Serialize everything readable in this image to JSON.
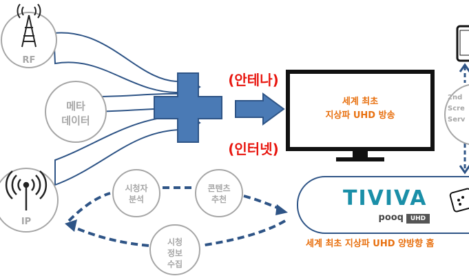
{
  "sources": {
    "rf_label": "RF",
    "ip_label": "IP",
    "meta_label_1": "메타",
    "meta_label_2": "데이터"
  },
  "channels": {
    "antenna": "(안테나)",
    "internet": "(인터넷)"
  },
  "tv": {
    "line1": "세계 최초",
    "line2": "지상파 UHD 방송"
  },
  "second_screen": {
    "line1": "2nd",
    "line2": "Scre",
    "line3": "Serv"
  },
  "loop": {
    "viewer_analysis_1": "시청자",
    "viewer_analysis_2": "분석",
    "content_rec_1": "콘텐츠",
    "content_rec_2": "추천",
    "viewing_info_1": "시청",
    "viewing_info_2": "정보",
    "viewing_info_3": "수집"
  },
  "brand": {
    "name": "TIVIVA",
    "sub": "pooq",
    "badge": "UHD",
    "caption": "세계 최초 지상파 UHD 양방향 홈"
  },
  "colors": {
    "blue": "#4a7ab5",
    "dark_blue": "#2e5486",
    "gray_border": "#a6a6a6",
    "red": "#e8160f",
    "orange": "#e8700f",
    "teal": "#1a8fa8"
  }
}
